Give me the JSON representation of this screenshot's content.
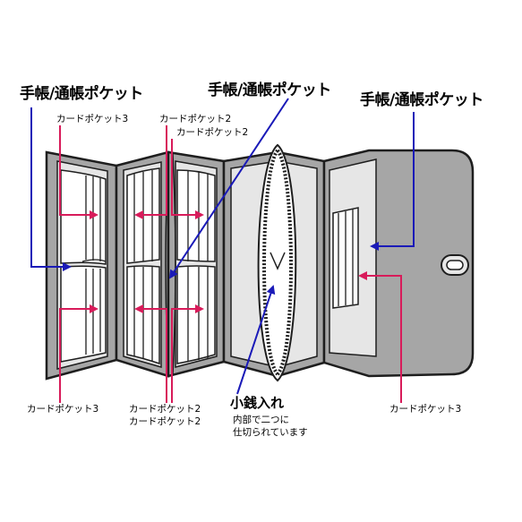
{
  "labels": {
    "notebook_left": "手帳/通帳ポケット",
    "notebook_center": "手帳/通帳ポケット",
    "notebook_right": "手帳/通帳ポケット",
    "card3_top_left": "カードポケット3",
    "card2_top_a": "カードポケット2",
    "card2_top_b": "カードポケット2",
    "card3_bottom_left": "カードポケット3",
    "card2_bottom_a": "カードポケット2",
    "card2_bottom_b": "カードポケット2",
    "coin_title": "小銭入れ",
    "coin_note_1": "内部で二つに",
    "coin_note_2": "仕切られています",
    "card3_right": "カードポケット3"
  },
  "colors": {
    "blue_arrow": "#1a1ab8",
    "pink_arrow": "#d81b5a",
    "wallet_gray": "#a6a6a6",
    "wallet_light": "#e6e6e6",
    "outline": "#1e1e1e"
  }
}
